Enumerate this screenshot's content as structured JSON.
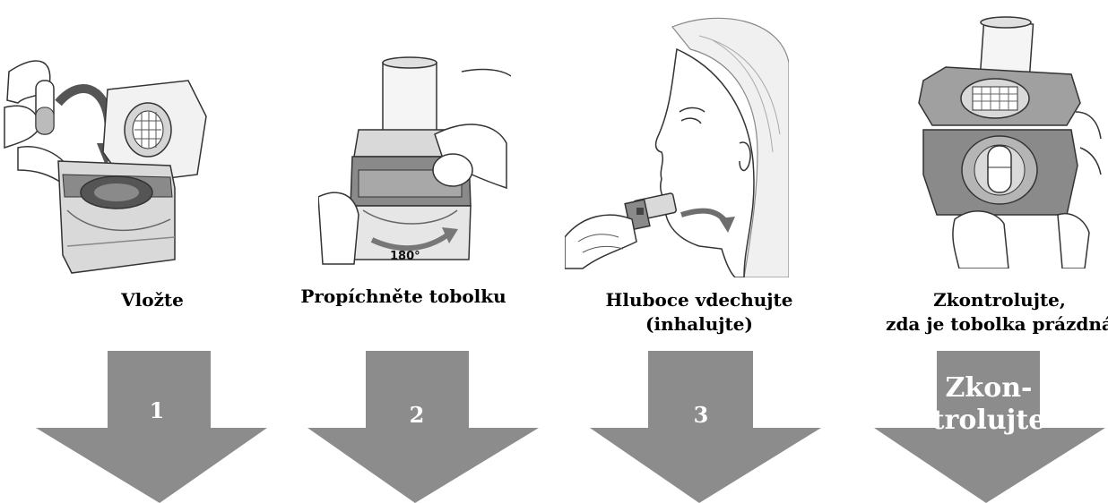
{
  "colors": {
    "arrow": "#8c8c8c",
    "arrow_text": "#ffffff",
    "caption_text": "#000000",
    "illustration_stroke": "#333333",
    "illustration_fill_dark": "#8a8a8a",
    "illustration_fill_light": "#d9d9d9"
  },
  "steps": [
    {
      "caption_lines": [
        "Vložte"
      ],
      "arrow_lines": [
        "1"
      ],
      "illustration_icon": "capsule-insert-illustration"
    },
    {
      "caption_lines": [
        "Propíchněte tobolku"
      ],
      "arrow_lines": [
        "2"
      ],
      "illustration_icon": "pierce-capsule-illustration",
      "illustration_label": "180°"
    },
    {
      "caption_lines": [
        "Hluboce vdechujte",
        "(inhalujte)"
      ],
      "arrow_lines": [
        "3"
      ],
      "illustration_icon": "inhale-illustration"
    },
    {
      "caption_lines": [
        "Zkontrolujte,",
        "zda je tobolka prázdná"
      ],
      "arrow_lines": [
        "Zkon-",
        "trolujte"
      ],
      "illustration_icon": "check-capsule-illustration"
    }
  ]
}
